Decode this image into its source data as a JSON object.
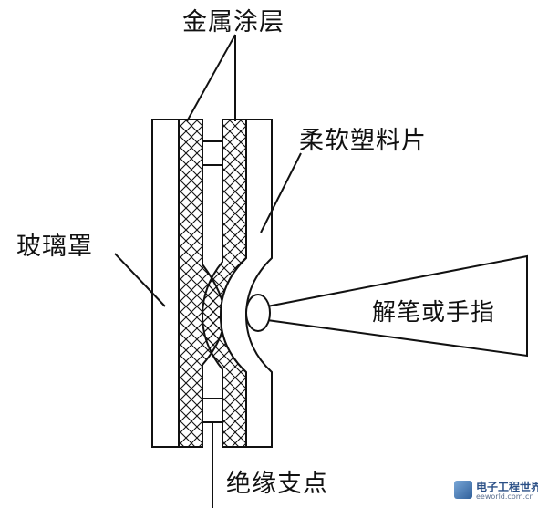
{
  "labels": {
    "metal_coating": "金属涂层",
    "soft_film": "柔软塑料片",
    "glass_cover": "玻璃罩",
    "stylus": "解笔或手指",
    "insulating_spacer": "绝缘支点"
  },
  "watermark": {
    "title": "电子工程世界",
    "url": "eeworld.com.cn"
  },
  "colors": {
    "line": "#111111",
    "hatch": "#111111",
    "background": "#ffffff"
  }
}
